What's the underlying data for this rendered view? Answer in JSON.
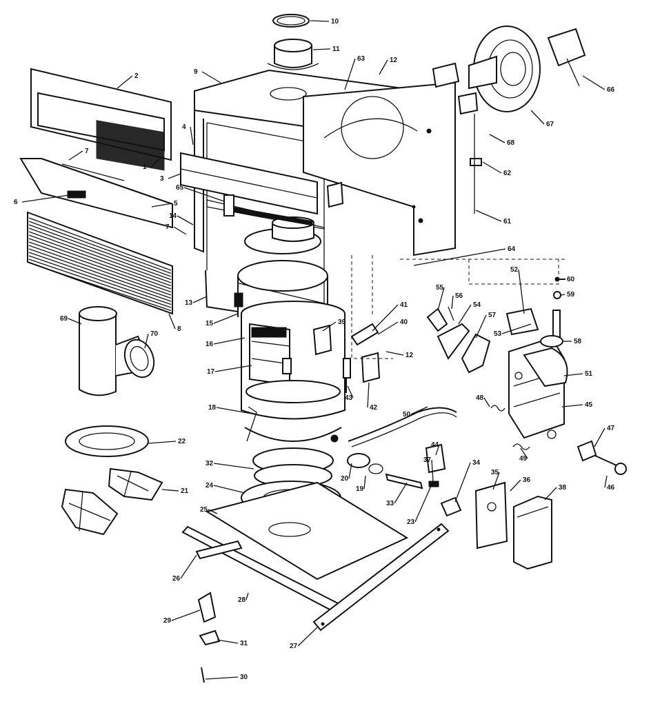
{
  "callouts": [
    {
      "id": "c10",
      "text": "10"
    },
    {
      "id": "c11",
      "text": "11"
    },
    {
      "id": "c63a",
      "text": "63"
    },
    {
      "id": "c12a",
      "text": "12"
    },
    {
      "id": "c9",
      "text": "9"
    },
    {
      "id": "c2",
      "text": "2"
    },
    {
      "id": "c66",
      "text": "66"
    },
    {
      "id": "c67",
      "text": "67"
    },
    {
      "id": "c68",
      "text": "68"
    },
    {
      "id": "c62",
      "text": "62"
    },
    {
      "id": "c61",
      "text": "61"
    },
    {
      "id": "c4",
      "text": "4"
    },
    {
      "id": "c1",
      "text": "1"
    },
    {
      "id": "c7a",
      "text": "7"
    },
    {
      "id": "c3",
      "text": "3"
    },
    {
      "id": "c6",
      "text": "6"
    },
    {
      "id": "c5",
      "text": "5"
    },
    {
      "id": "c65",
      "text": "65"
    },
    {
      "id": "c14",
      "text": "14"
    },
    {
      "id": "c7b",
      "text": "7"
    },
    {
      "id": "c64",
      "text": "64"
    },
    {
      "id": "c52",
      "text": "52"
    },
    {
      "id": "c60",
      "text": "60"
    },
    {
      "id": "c59",
      "text": "59"
    },
    {
      "id": "c13",
      "text": "13"
    },
    {
      "id": "c15",
      "text": "15"
    },
    {
      "id": "c8",
      "text": "8"
    },
    {
      "id": "c55",
      "text": "55"
    },
    {
      "id": "c56",
      "text": "56"
    },
    {
      "id": "c54",
      "text": "54"
    },
    {
      "id": "c57",
      "text": "57"
    },
    {
      "id": "c53",
      "text": "53"
    },
    {
      "id": "c58",
      "text": "58"
    },
    {
      "id": "c69",
      "text": "69"
    },
    {
      "id": "c70",
      "text": "70"
    },
    {
      "id": "c16",
      "text": "16"
    },
    {
      "id": "c39",
      "text": "39"
    },
    {
      "id": "c41",
      "text": "41"
    },
    {
      "id": "c40",
      "text": "40"
    },
    {
      "id": "c12b",
      "text": "12"
    },
    {
      "id": "c17",
      "text": "17"
    },
    {
      "id": "c51",
      "text": "51"
    },
    {
      "id": "c43",
      "text": "43"
    },
    {
      "id": "c42",
      "text": "42"
    },
    {
      "id": "c18",
      "text": "18"
    },
    {
      "id": "c48",
      "text": "48"
    },
    {
      "id": "c45",
      "text": "45"
    },
    {
      "id": "c50",
      "text": "50"
    },
    {
      "id": "c22",
      "text": "22"
    },
    {
      "id": "c44",
      "text": "44"
    },
    {
      "id": "c47",
      "text": "47"
    },
    {
      "id": "c49",
      "text": "49"
    },
    {
      "id": "c32",
      "text": "32"
    },
    {
      "id": "c37",
      "text": "37"
    },
    {
      "id": "c20",
      "text": "20"
    },
    {
      "id": "c19",
      "text": "19"
    },
    {
      "id": "c46",
      "text": "46"
    },
    {
      "id": "c24",
      "text": "24"
    },
    {
      "id": "c21",
      "text": "21"
    },
    {
      "id": "c34",
      "text": "34"
    },
    {
      "id": "c35",
      "text": "35"
    },
    {
      "id": "c36",
      "text": "36"
    },
    {
      "id": "c38",
      "text": "38"
    },
    {
      "id": "c33",
      "text": "33"
    },
    {
      "id": "c23",
      "text": "23"
    },
    {
      "id": "c25",
      "text": "25"
    },
    {
      "id": "c26",
      "text": "26"
    },
    {
      "id": "c28",
      "text": "28"
    },
    {
      "id": "c29",
      "text": "29"
    },
    {
      "id": "c27",
      "text": "27"
    },
    {
      "id": "c31",
      "text": "31"
    },
    {
      "id": "c30",
      "text": "30"
    }
  ]
}
